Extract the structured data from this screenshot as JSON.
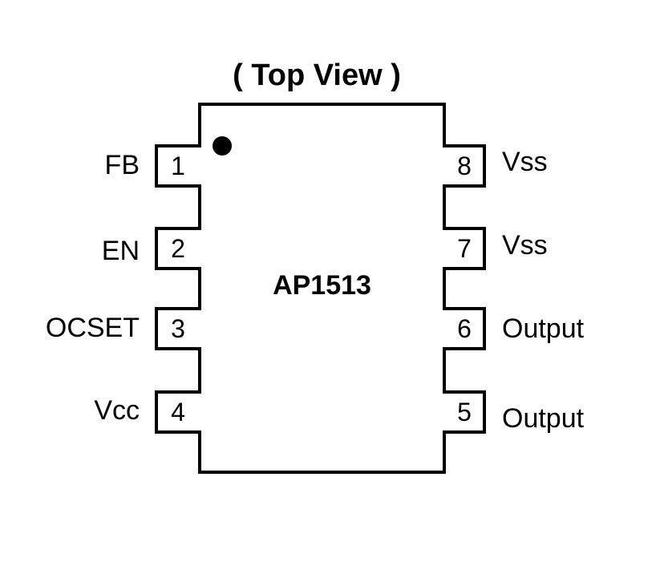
{
  "title": "( Top View )",
  "part_number": "AP1513",
  "pins_left": [
    {
      "number": "1",
      "label": "FB"
    },
    {
      "number": "2",
      "label": "EN"
    },
    {
      "number": "3",
      "label": "OCSET"
    },
    {
      "number": "4",
      "label": "Vcc"
    }
  ],
  "pins_right": [
    {
      "number": "8",
      "label": "Vss"
    },
    {
      "number": "7",
      "label": "Vss"
    },
    {
      "number": "6",
      "label": "Output"
    },
    {
      "number": "5",
      "label": "Output"
    }
  ]
}
